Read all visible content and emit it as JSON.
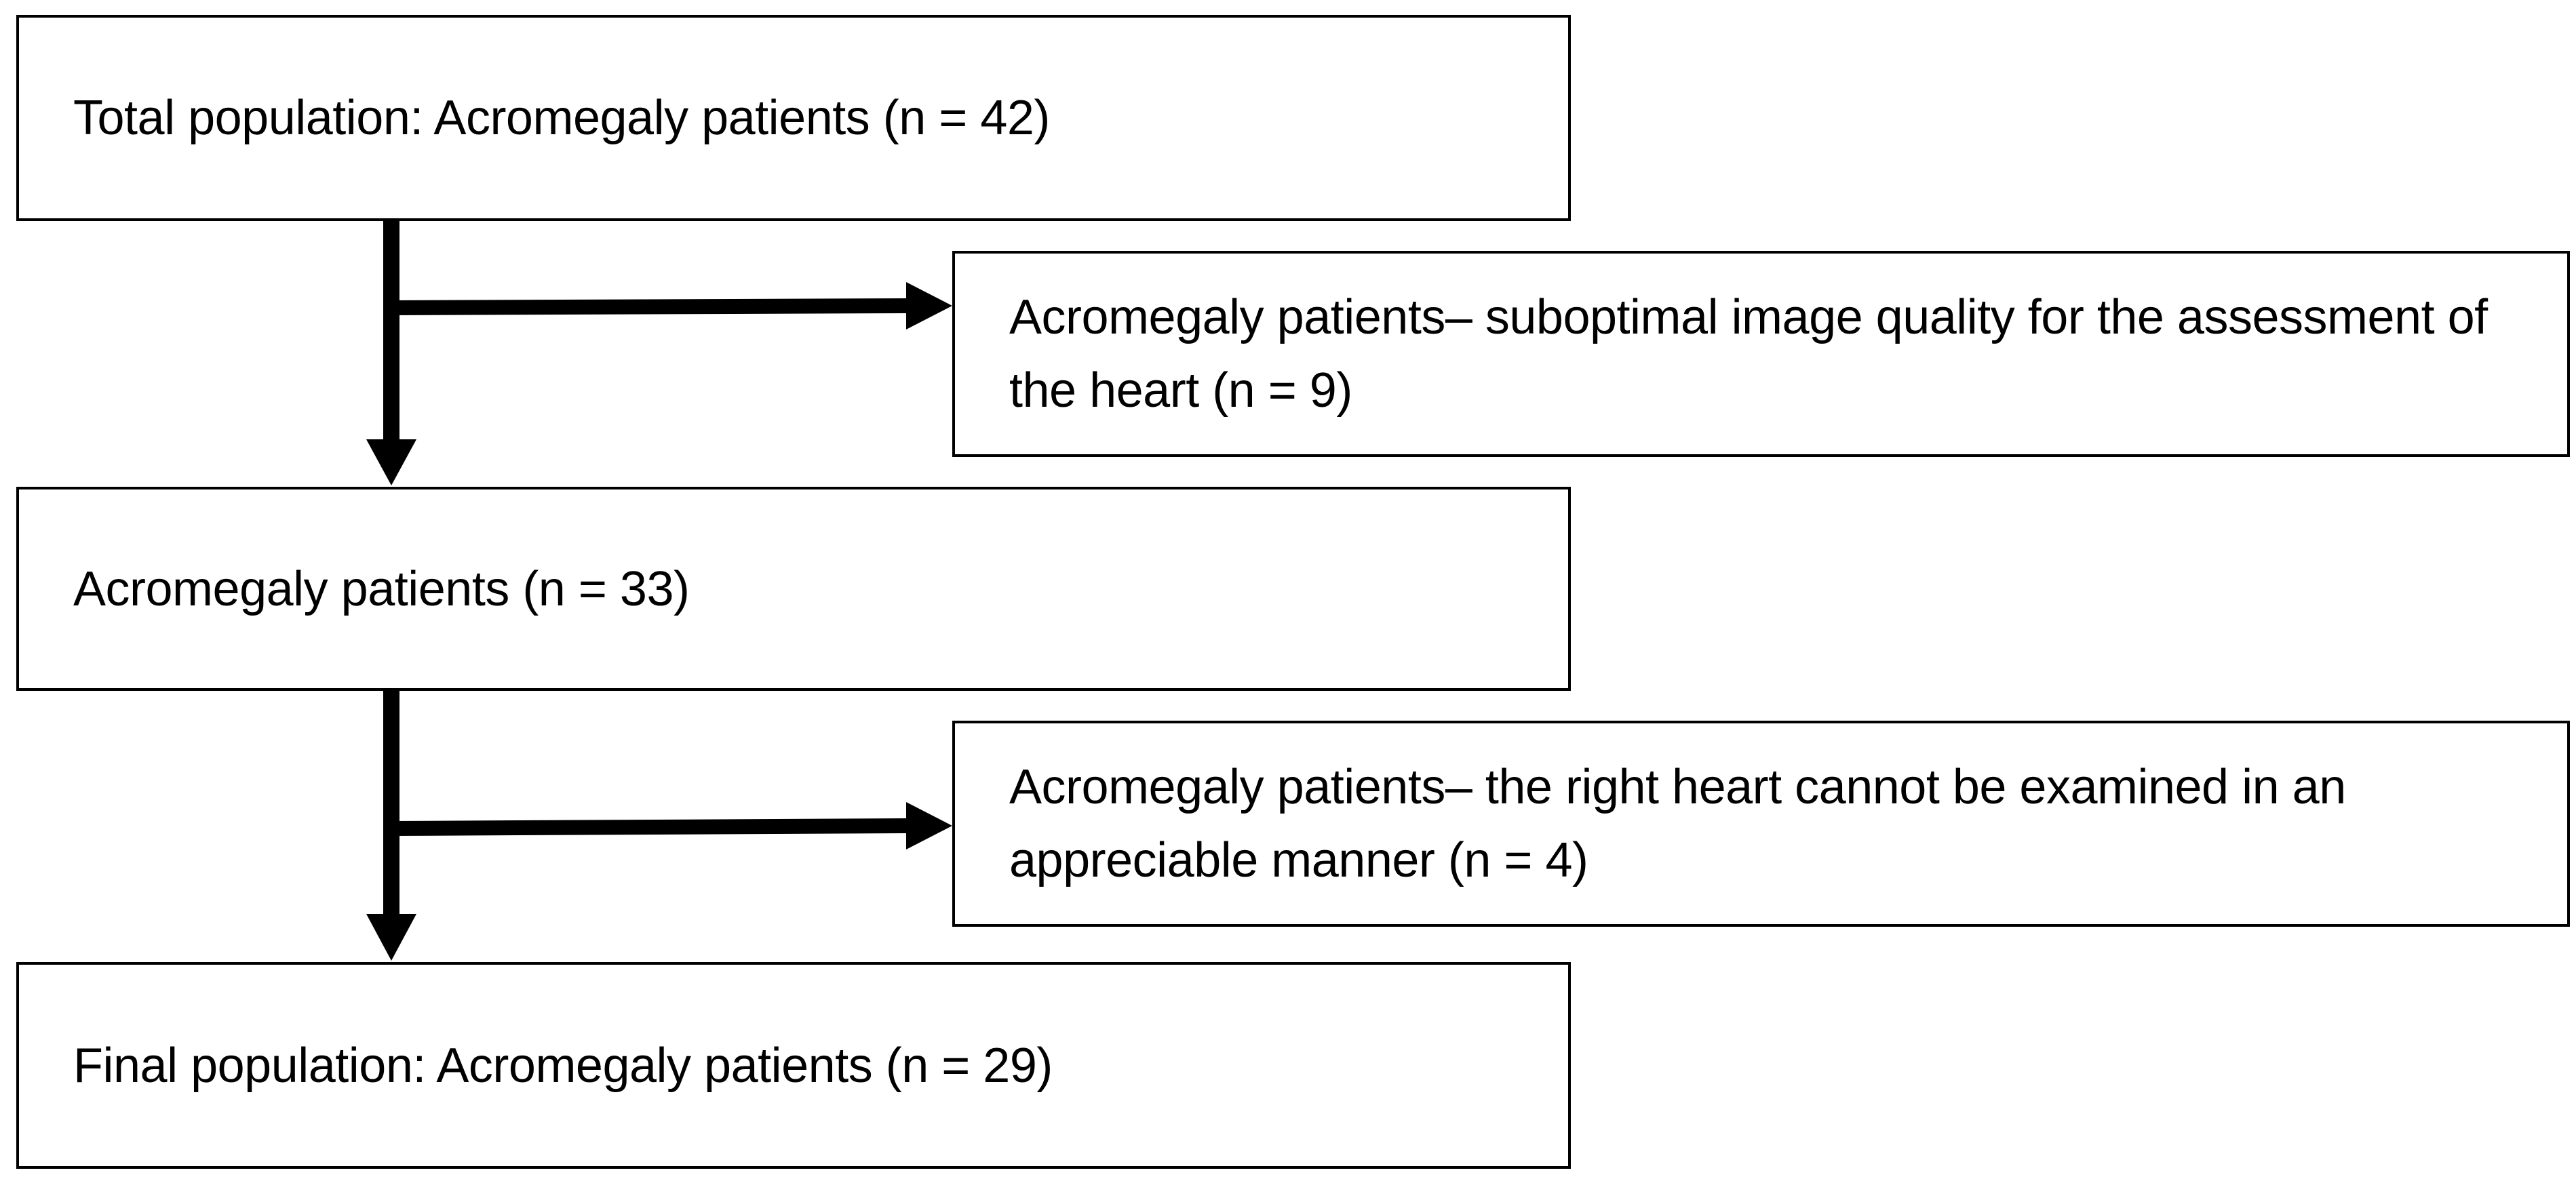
{
  "diagram": {
    "boxes": {
      "total": "Total population: Acromegaly patients (n = 42)",
      "excluded_1": "Acromegaly patients– suboptimal image quality for the assessment of the heart (n = 9)",
      "intermediate": "Acromegaly patients (n = 33)",
      "excluded_2": "Acromegaly patients– the right heart cannot be examined in an appreciable manner (n = 4)",
      "final": "Final population: Acromegaly patients (n = 29)"
    },
    "colors": {
      "stroke": "#000000",
      "background": "#ffffff"
    }
  }
}
